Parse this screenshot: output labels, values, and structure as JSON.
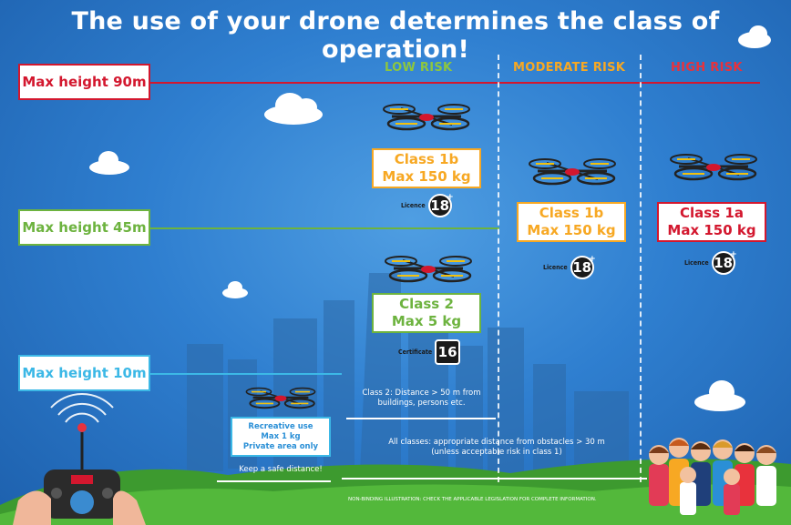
{
  "title": "The use of your drone determines the class of operation!",
  "heights": [
    {
      "label": "Max height 90m",
      "color": "#d3172e"
    },
    {
      "label": "Max height 45m",
      "color": "#6db33f"
    },
    {
      "label": "Max height 10m",
      "color": "#3cb8e6"
    }
  ],
  "risks": [
    {
      "label": "LOW RISK",
      "color": "#8dc63f"
    },
    {
      "label": "MODERATE RISK",
      "color": "#f7a823"
    },
    {
      "label": "HIGH RISK",
      "color": "#e8323c"
    }
  ],
  "classes": {
    "low_1b": {
      "line1": "Class 1b",
      "line2": "Max 150 kg",
      "color": "#f7a823"
    },
    "low_2": {
      "line1": "Class 2",
      "line2": "Max 5 kg",
      "color": "#6db33f"
    },
    "moderate_1b": {
      "line1": "Class 1b",
      "line2": "Max 150 kg",
      "color": "#f7a823"
    },
    "high_1a": {
      "line1": "Class 1a",
      "line2": "Max 150 kg",
      "color": "#d3172e"
    }
  },
  "licences": {
    "licence_label": "Licence",
    "certificate_label": "Certificate",
    "age18": "18",
    "age16": "16",
    "plus": "+"
  },
  "recreative": {
    "line1": "Recreative use",
    "line2": "Max 1 kg",
    "line3": "Private area only"
  },
  "notes": {
    "class2_line1": "Class 2: Distance > 50 m from",
    "class2_line2": "buildings, persons etc.",
    "all_line1": "All classes: appropriate distance from obstacles > 30 m",
    "all_line2": "(unless acceptable risk in class 1)",
    "safe_distance": "Keep a safe distance!",
    "disclaimer": "NON-BINDING ILLUSTRATION: CHECK THE APPLICABLE LEGISLATION FOR COMPLETE INFORMATION."
  }
}
